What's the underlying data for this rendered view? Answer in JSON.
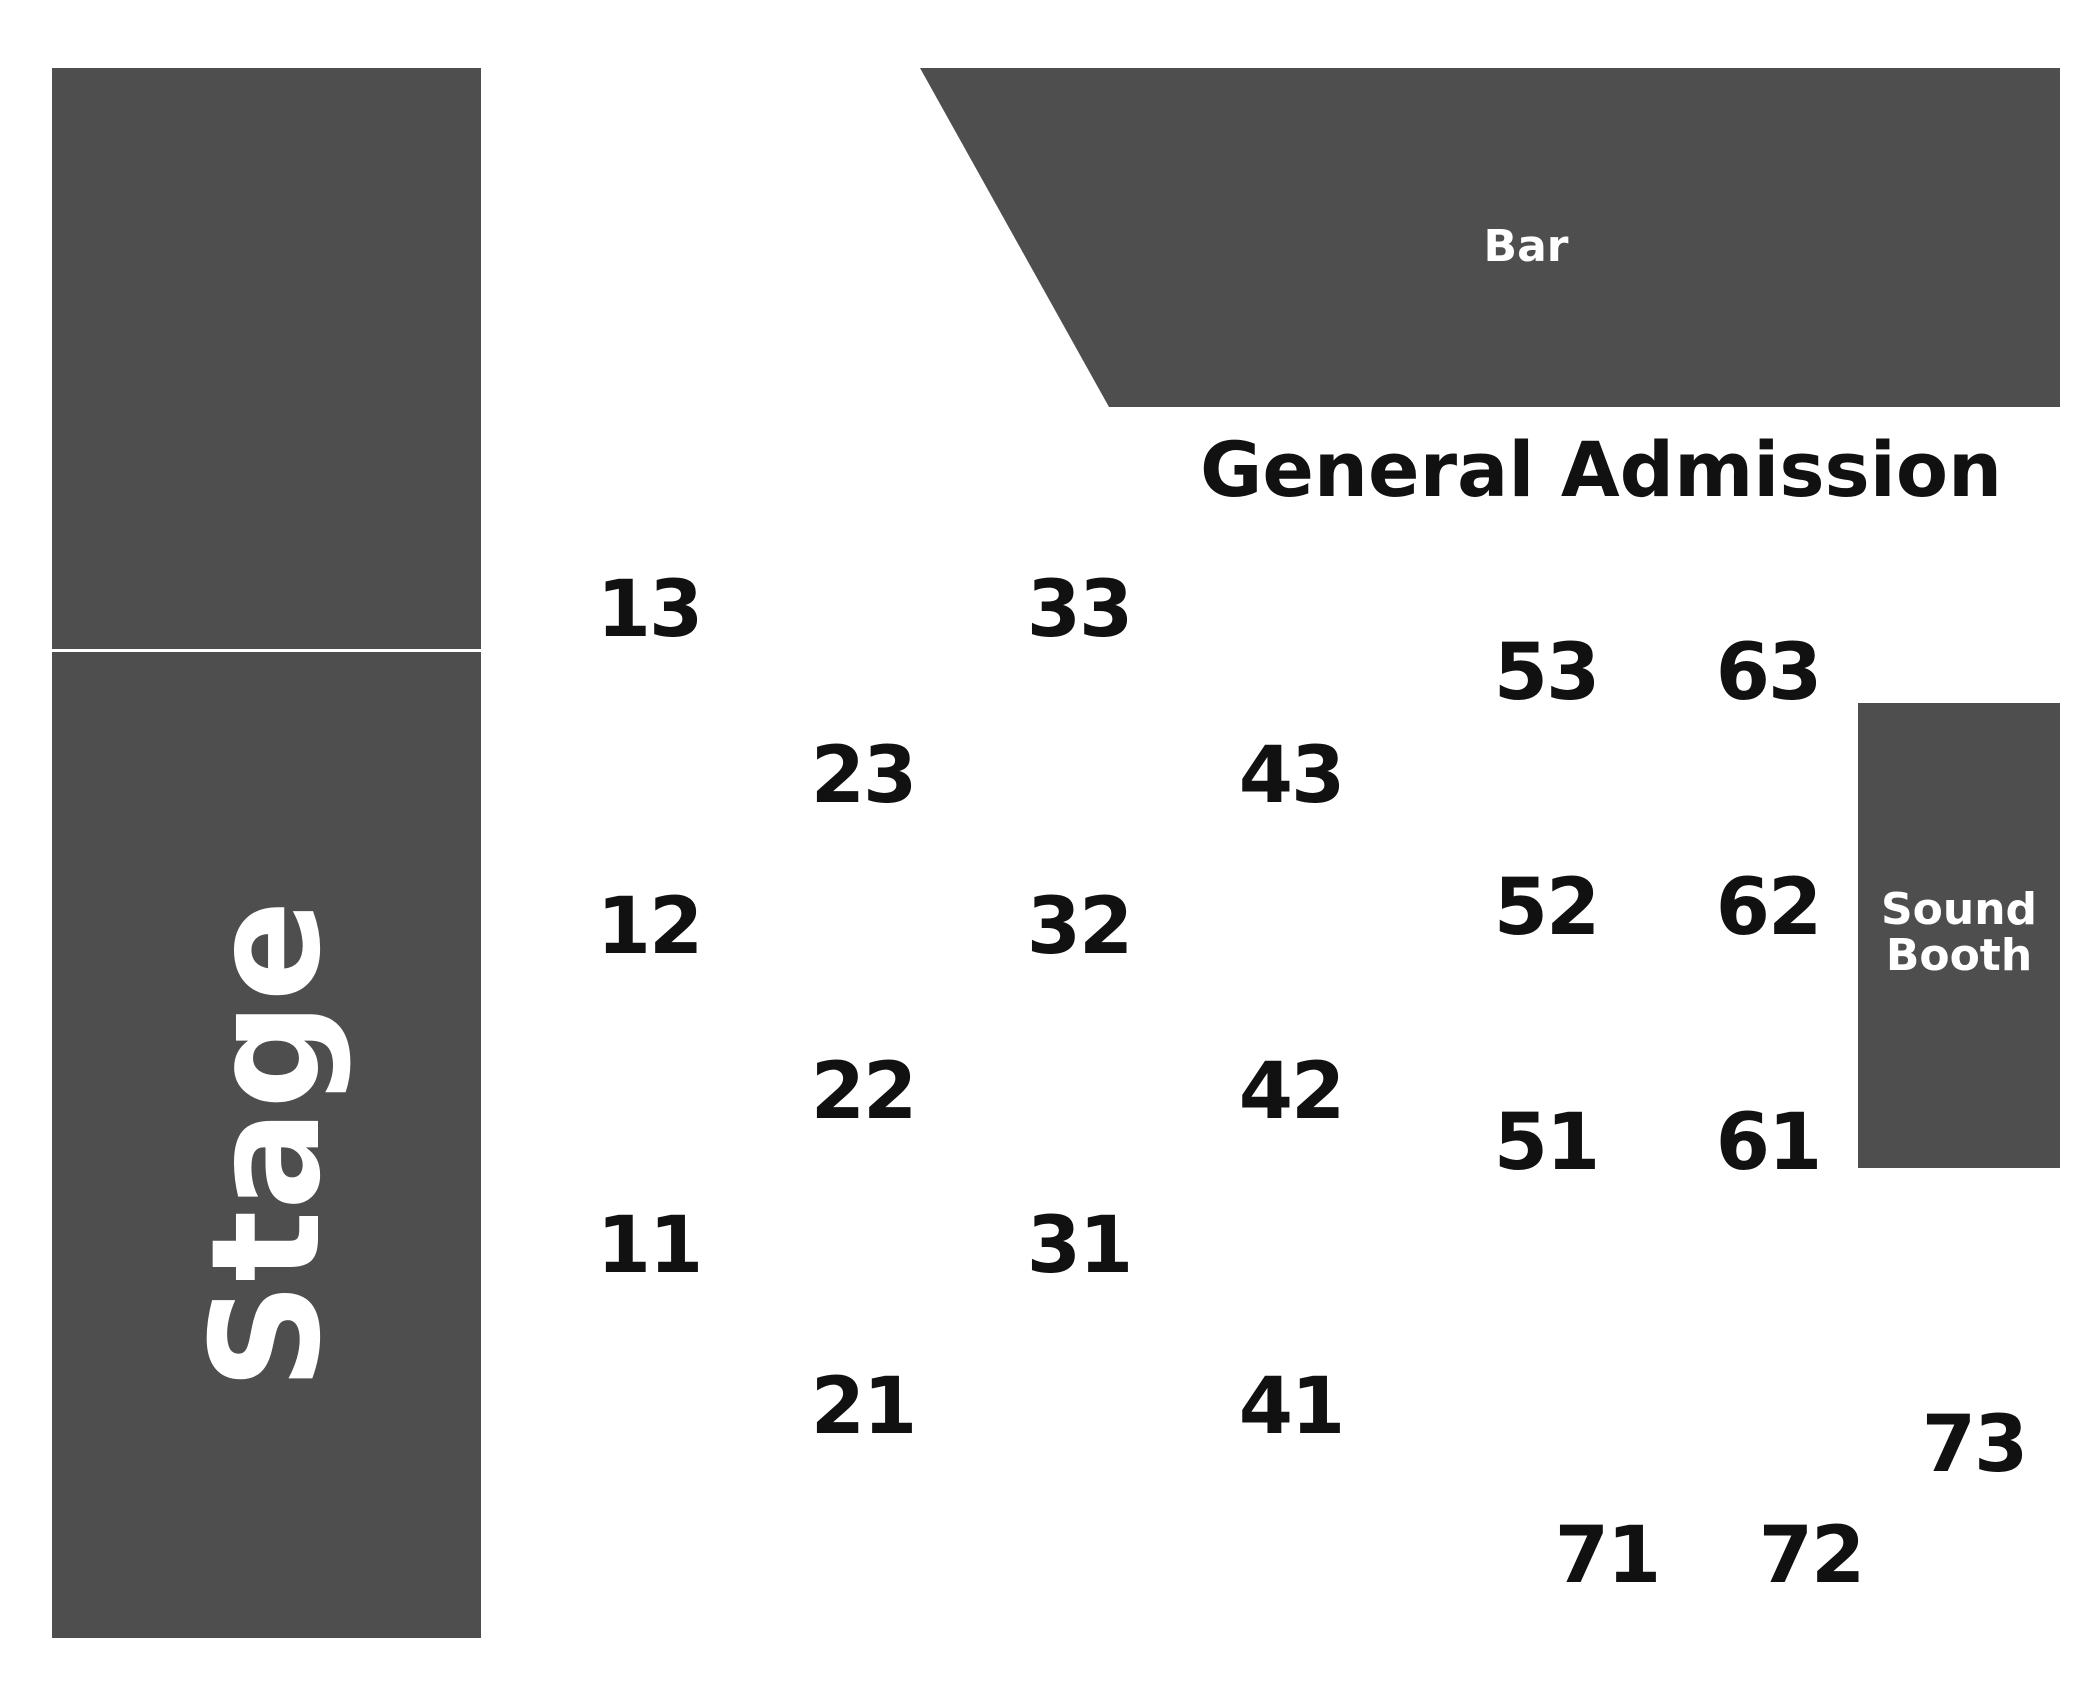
{
  "stage": {
    "label": "Stage"
  },
  "bar": {
    "label": "Bar"
  },
  "general_admission": {
    "label": "General Admission"
  },
  "sound_booth": {
    "line1": "Sound",
    "line2": "Booth"
  },
  "sections": [
    "13",
    "33",
    "53",
    "63",
    "23",
    "43",
    "12",
    "32",
    "52",
    "62",
    "22",
    "42",
    "51",
    "61",
    "11",
    "31",
    "21",
    "41",
    "73",
    "71",
    "72"
  ],
  "colors": {
    "block": "#4e4e4e",
    "text": "#111111",
    "block_text": "#ffffff",
    "background": "#ffffff"
  }
}
